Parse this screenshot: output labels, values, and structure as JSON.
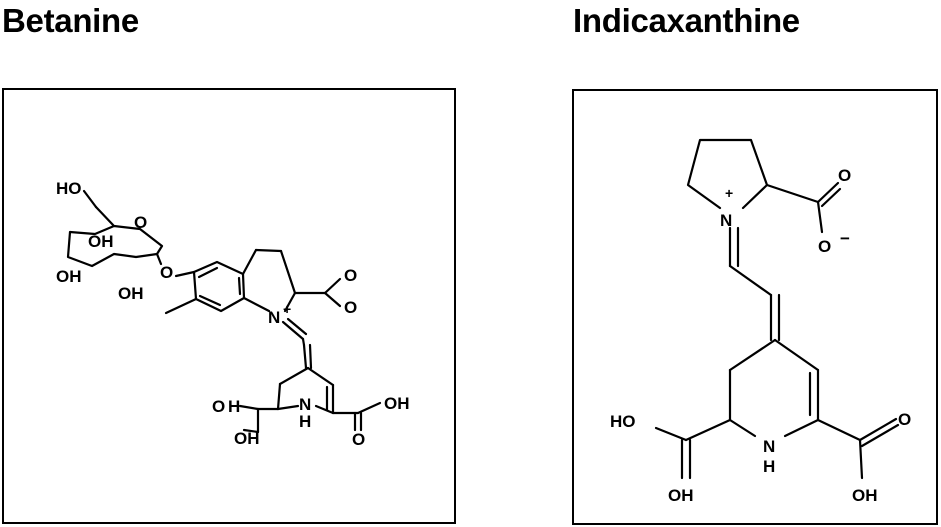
{
  "panels": [
    {
      "title": "Betanine",
      "atoms": {
        "ho_top": "HO",
        "oh_ring1": "OH",
        "o_ring": "O",
        "oh_left": "OH",
        "oh_bottom": "OH",
        "o_link": "O",
        "o_carbonyl": "O",
        "o_acid": "O",
        "n_plus": "N",
        "n_charge": "+",
        "o_left": "O",
        "h_left": "H",
        "oh_lower": "OH",
        "nh_n": "N",
        "nh_h": "H",
        "acid_oh": "OH",
        "acid_o": "O"
      }
    },
    {
      "title": "Indicaxanthine",
      "atoms": {
        "n_plus": "N",
        "charge_plus": "+",
        "o_top": "O",
        "o_minus": "O",
        "charge_minus": "−",
        "ho_left": "HO",
        "oh_bottom_left": "OH",
        "nh_n": "N",
        "nh_h": "H",
        "acid_o": "O",
        "acid_oh": "OH"
      }
    }
  ]
}
